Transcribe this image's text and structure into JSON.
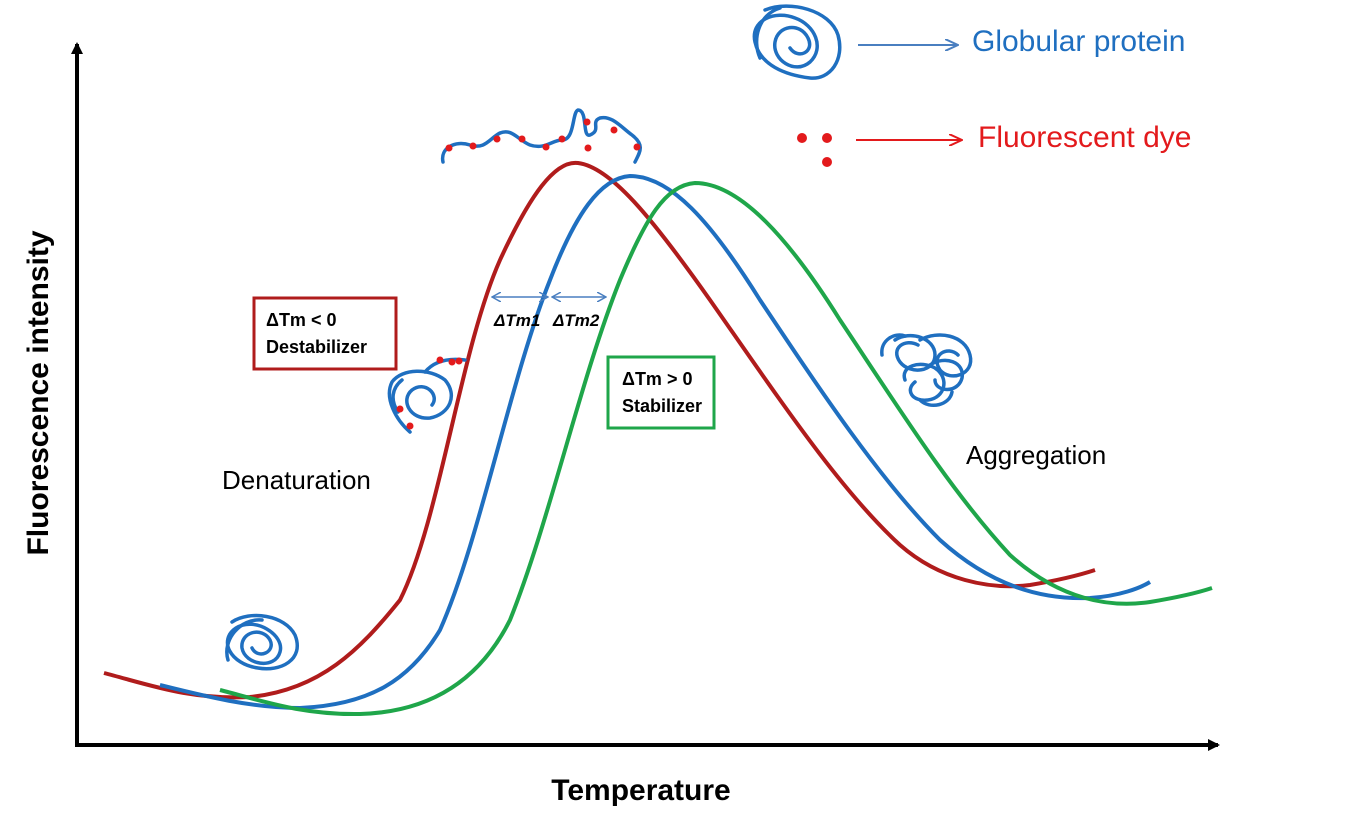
{
  "colors": {
    "destabilizer": "#b01c1c",
    "native": "#1f6fc0",
    "stabilizer": "#1fa64a",
    "dye": "#e31a1c",
    "axis": "#000000",
    "arrow_blue": "#4a7fc0"
  },
  "axes": {
    "x_label": "Temperature",
    "y_label": "Fluorescence intensity"
  },
  "legend": {
    "protein_label": "Globular protein",
    "dye_label": "Fluorescent dye",
    "protein_icon": "coiled-protein-icon",
    "dye_icon": "dye-dots-icon"
  },
  "labels": {
    "denaturation": "Denaturation",
    "aggregation": "Aggregation",
    "destabilizer_delta": "ΔTm < 0",
    "destabilizer_name": "Destabilizer",
    "stabilizer_delta": "ΔTm > 0",
    "stabilizer_name": "Stabilizer",
    "dtm1": "ΔTm1",
    "dtm2": "ΔTm2"
  },
  "curves": [
    {
      "id": "destabilizer",
      "color_key": "destabilizer"
    },
    {
      "id": "native",
      "color_key": "native"
    },
    {
      "id": "stabilizer",
      "color_key": "stabilizer"
    }
  ]
}
